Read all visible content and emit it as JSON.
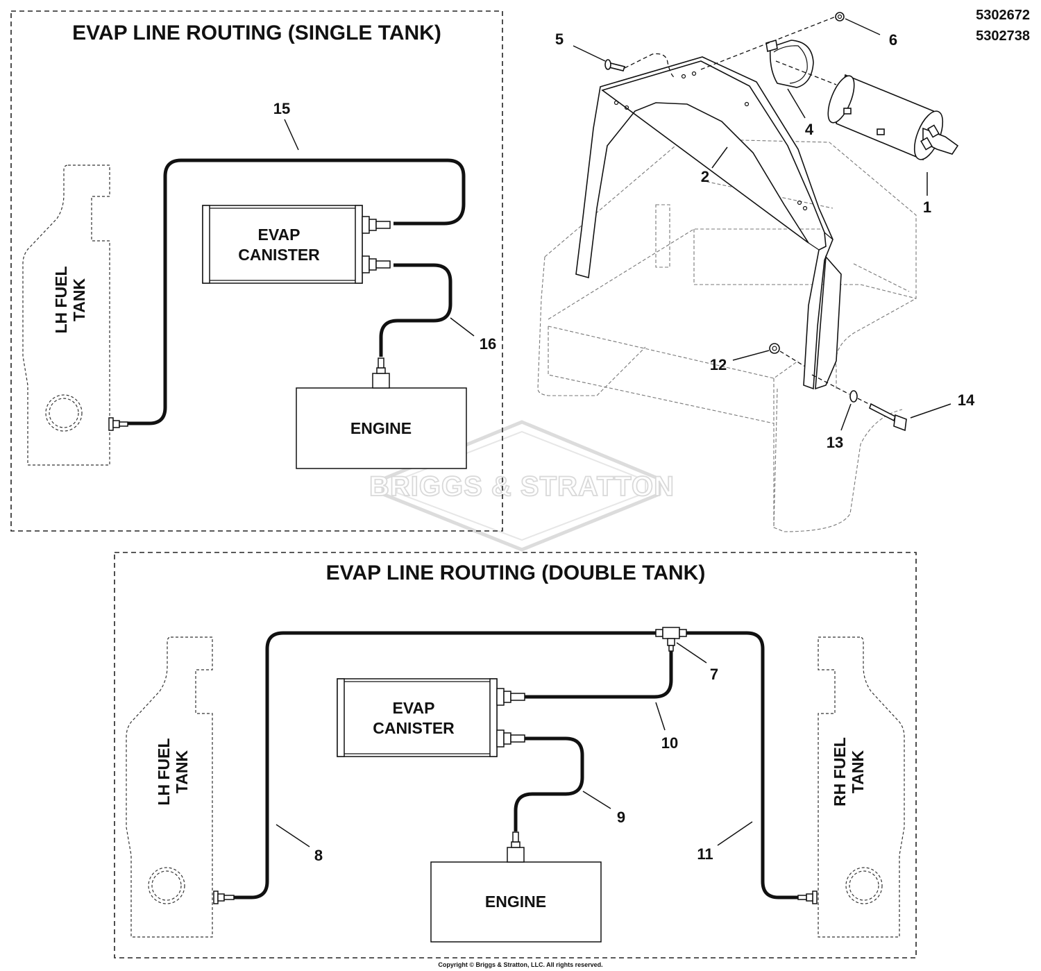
{
  "part_numbers": [
    "5302672",
    "5302738"
  ],
  "single_tank": {
    "title": "EVAP LINE ROUTING (SINGLE TANK)",
    "lh_tank_label": [
      "LH FUEL",
      "TANK"
    ],
    "canister_label": [
      "EVAP",
      "CANISTER"
    ],
    "engine_label": "ENGINE",
    "callouts": {
      "c15": "15",
      "c16": "16"
    }
  },
  "exploded_view": {
    "callouts": {
      "c1": "1",
      "c2": "2",
      "c4": "4",
      "c5": "5",
      "c6": "6",
      "c12": "12",
      "c13": "13",
      "c14": "14"
    }
  },
  "double_tank": {
    "title": "EVAP LINE ROUTING (DOUBLE TANK)",
    "lh_tank_label": [
      "LH FUEL",
      "TANK"
    ],
    "rh_tank_label": [
      "RH FUEL",
      "TANK"
    ],
    "canister_label": [
      "EVAP",
      "CANISTER"
    ],
    "engine_label": "ENGINE",
    "callouts": {
      "c7": "7",
      "c8": "8",
      "c9": "9",
      "c10": "10",
      "c11": "11"
    }
  },
  "watermark": "BRIGGS & STRATTON",
  "copyright": "Copyright © Briggs & Stratton, LLC. All rights reserved."
}
